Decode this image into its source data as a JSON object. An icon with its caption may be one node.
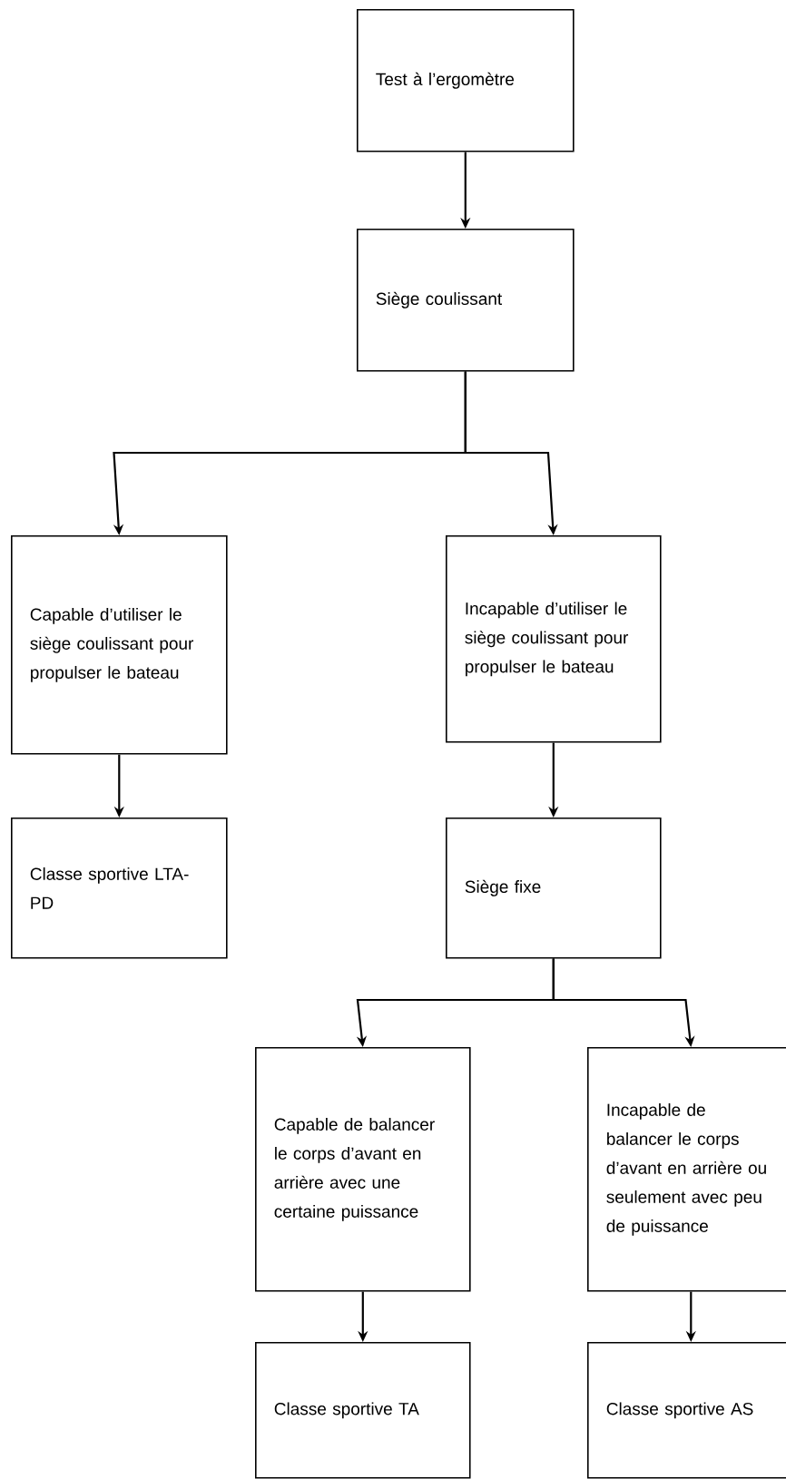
{
  "diagram": {
    "nodes": [
      {
        "text": [
          "Test à l’ergomètre"
        ]
      },
      {
        "text": [
          "Siège coulissant"
        ]
      },
      {
        "text": [
          "Capable d’utiliser le siège coulissant pour propulser le bateau"
        ]
      },
      {
        "text": [
          "Incapable d’utiliser le siège coulissant pour propulser le bateau"
        ]
      },
      {
        "text": [
          "Classe sportive LTA-PD"
        ]
      },
      {
        "text": [
          "Siège fixe"
        ]
      },
      {
        "text": [
          "Capable de balancer le corps d’avant en arrière avec une certaine puissance"
        ]
      },
      {
        "text": [
          "Incapable de balancer le corps d’avant en arrière ou seulement avec peu de puissance"
        ]
      },
      {
        "text": [
          "Classe sportive TA"
        ]
      },
      {
        "text": [
          "Classe sportive AS"
        ]
      }
    ],
    "edges": [
      {
        "from": 0,
        "to": 1,
        "arrow": "to"
      },
      {
        "from": 1,
        "to": 2,
        "arrow": "to"
      },
      {
        "from": 1,
        "to": 3,
        "arrow": "to"
      },
      {
        "from": 2,
        "to": 4,
        "arrow": "to"
      },
      {
        "from": 3,
        "to": 5,
        "arrow": "to"
      },
      {
        "from": 5,
        "to": 6,
        "arrow": "to"
      },
      {
        "from": 5,
        "to": 7,
        "arrow": "to"
      },
      {
        "from": 6,
        "to": 8,
        "arrow": "to"
      },
      {
        "from": 7,
        "to": 9,
        "arrow": "to"
      }
    ]
  }
}
